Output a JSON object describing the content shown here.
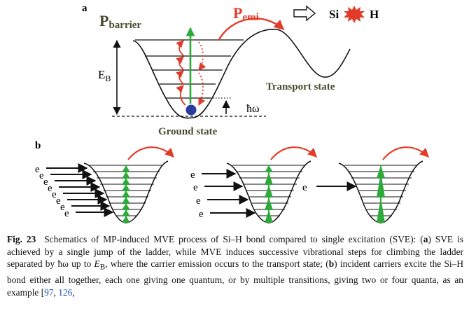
{
  "figure": {
    "panel_a": "a",
    "panel_b": "b",
    "p_barrier": {
      "main": "P",
      "sub": "barrier"
    },
    "p_emi": {
      "main": "P",
      "sub": "emi"
    },
    "eb": {
      "main": "E",
      "sub": "B"
    },
    "hbar_omega": "ħω",
    "transport_state": "Transport state",
    "ground_state": "Ground state",
    "si_label": "Si",
    "h_label": "H",
    "electron_label": "e",
    "colors": {
      "red": "#e23b2a",
      "green": "#2eaa3a",
      "blue": "#2a3c9e",
      "olive": "#4a4a2e"
    }
  },
  "caption": {
    "label": "Fig. 23",
    "text_1": "Schematics of MP-induced MVE process of Si–H bond compared to single excitation (SVE): (",
    "bold_a": "a",
    "text_2": ") SVE is achieved by a single jump of the ladder, while MVE induces successive vibrational steps for climbing the ladder separated by ħω up to ",
    "eb_italic": "E",
    "eb_sub": "B",
    "text_3": ", where the carrier emission occurs to the transport state; (",
    "bold_b": "b",
    "text_4": ") incident carriers excite the Si–H bond either all together, each one giving one quantum, or by multiple transitions, giving two or four quanta, as an example [",
    "ref_1": "97",
    "sep": ", ",
    "ref_2": "126",
    "ref_end": ","
  }
}
